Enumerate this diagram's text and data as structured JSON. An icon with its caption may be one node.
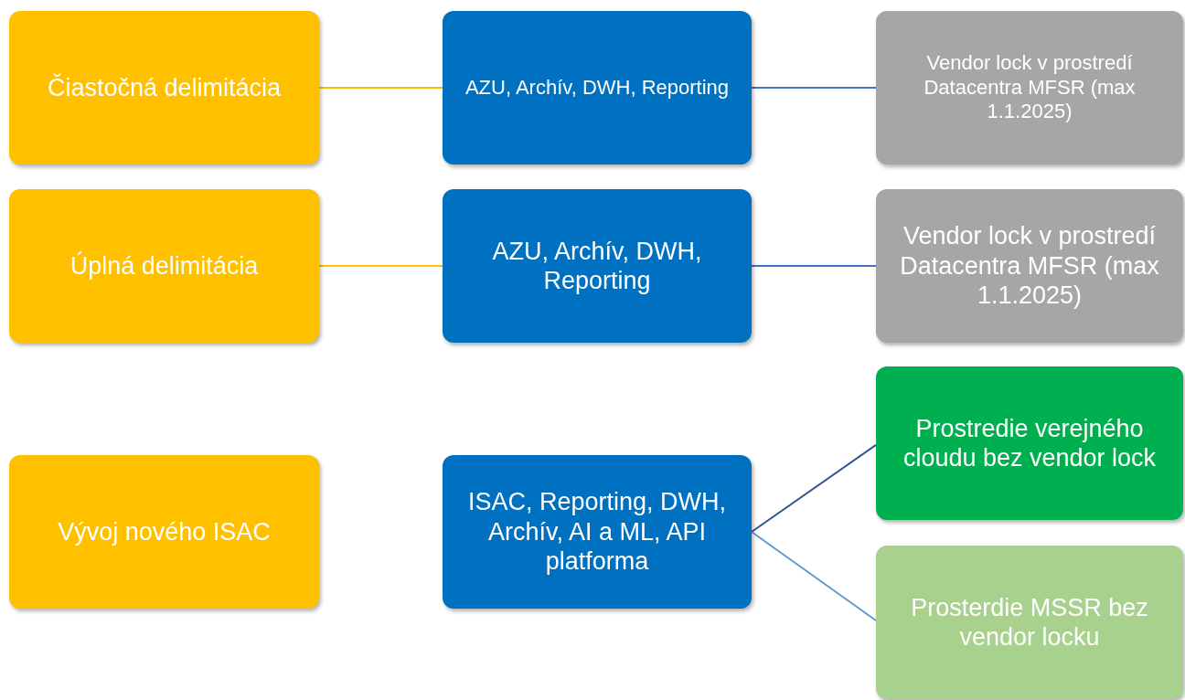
{
  "diagram": {
    "nodes": [
      {
        "text": [
          "Čiastočná delimitácia"
        ]
      },
      {
        "text": [
          "AZU, Archív, DWH, Reporting"
        ]
      },
      {
        "text": [
          "Vendor lock v prostredí Datacentra MFSR (max 1.1.2025)"
        ]
      },
      {
        "text": [
          "Úplná delimitácia"
        ]
      },
      {
        "text": [
          "AZU, Archív, DWH, Reporting"
        ]
      },
      {
        "text": [
          "Vendor lock v prostredí Datacentra MFSR (max 1.1.2025)"
        ]
      },
      {
        "text": [
          "Prostredie verejného cloudu bez vendor lock"
        ]
      },
      {
        "text": [
          "Vývoj nového ISAC"
        ]
      },
      {
        "text": [
          "ISAC, Reporting, DWH, Archív, AI a ML, API platforma"
        ]
      },
      {
        "text": [
          "Prosterdie MSSR bez vendor locku"
        ]
      }
    ],
    "edges": [
      {
        "from": 0,
        "to": 1,
        "arrow": "none",
        "color": "#ffc000"
      },
      {
        "from": 1,
        "to": 2,
        "arrow": "none",
        "color": "#4472c4"
      },
      {
        "from": 3,
        "to": 4,
        "arrow": "none",
        "color": "#ffc000"
      },
      {
        "from": 4,
        "to": 5,
        "arrow": "none",
        "color": "#4472c4"
      },
      {
        "from": 8,
        "to": 6,
        "arrow": "none",
        "color": "#2f5597"
      },
      {
        "from": 8,
        "to": 9,
        "arrow": "none",
        "color": "#5b9bd5"
      }
    ]
  }
}
